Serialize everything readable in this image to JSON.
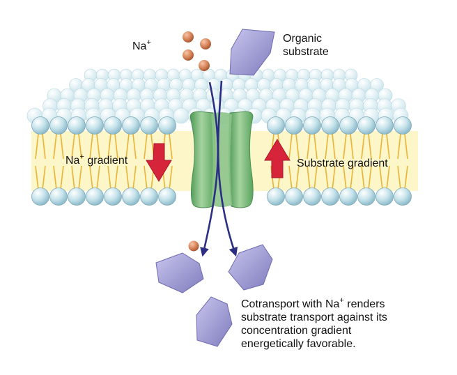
{
  "labels": {
    "na": "Na",
    "na_sup": "+",
    "organic_line1": "Organic",
    "organic_line2": "substrate",
    "na_gradient_prefix": "Na",
    "na_gradient_sup": "+",
    "na_gradient_suffix": " gradient",
    "substrate_gradient": "Substrate gradient"
  },
  "caption": {
    "line1_prefix": "Cotransport with Na",
    "line1_sup": "+",
    "line1_suffix": " renders",
    "line2": "substrate transport against its",
    "line3": "concentration gradient",
    "line4": "energetically favorable."
  },
  "colors": {
    "sodium": "#d8845a",
    "substrate": "#9b97cf",
    "head": "#bcdde7",
    "tail": "#eab334",
    "core": "#fdf6c8",
    "protein": "#7bb87b",
    "arrow_blue": "#2b2e83",
    "arrow_red": "#d6243b"
  }
}
